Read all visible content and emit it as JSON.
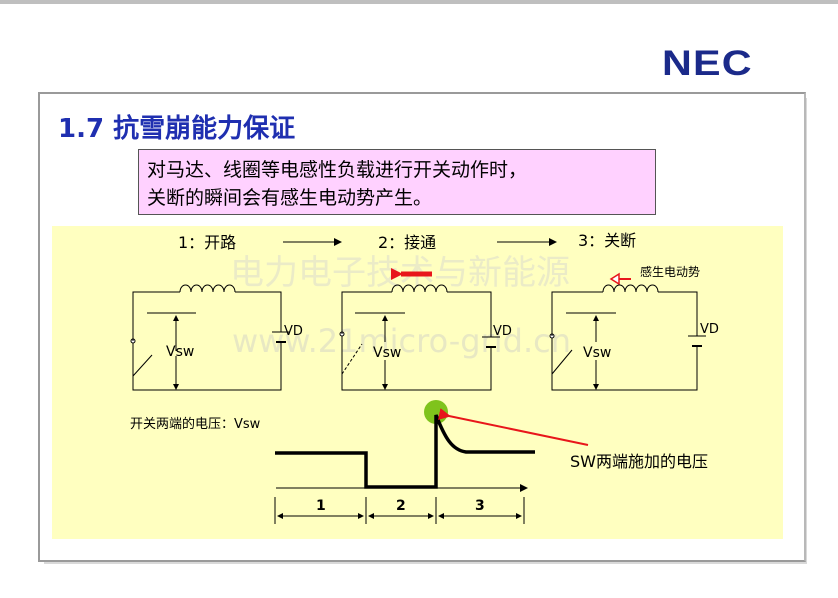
{
  "logo": {
    "text": "NEC"
  },
  "slide": {
    "title": "1.7 抗雪崩能力保证",
    "callout_lines": [
      "对马达、线圈等电感性负载进行开关动作时，",
      "关断的瞬间会有感生电动势产生。"
    ]
  },
  "diagram": {
    "step_labels": [
      "1：开路",
      "2：接通",
      "3：关断"
    ],
    "circuit_labels": {
      "vsw": "Vsw",
      "vd": "VD",
      "emf": "感生电动势"
    },
    "waveform": {
      "label": "开关两端的电压：Vsw",
      "annotation": "SW两端施加的电压",
      "interval_labels": [
        "1",
        "2",
        "3"
      ]
    },
    "watermark": [
      "电力电子技术与新能源",
      "www.21micro-grid.cn"
    ],
    "colors": {
      "title": "#1f2fb0",
      "callout_bg": "#ffd1ff",
      "panel_bg": "#ffffc0",
      "arrow_red": "#e8161b",
      "highlight_green": "#7fc31c",
      "logo": "#1b2a8a"
    }
  }
}
